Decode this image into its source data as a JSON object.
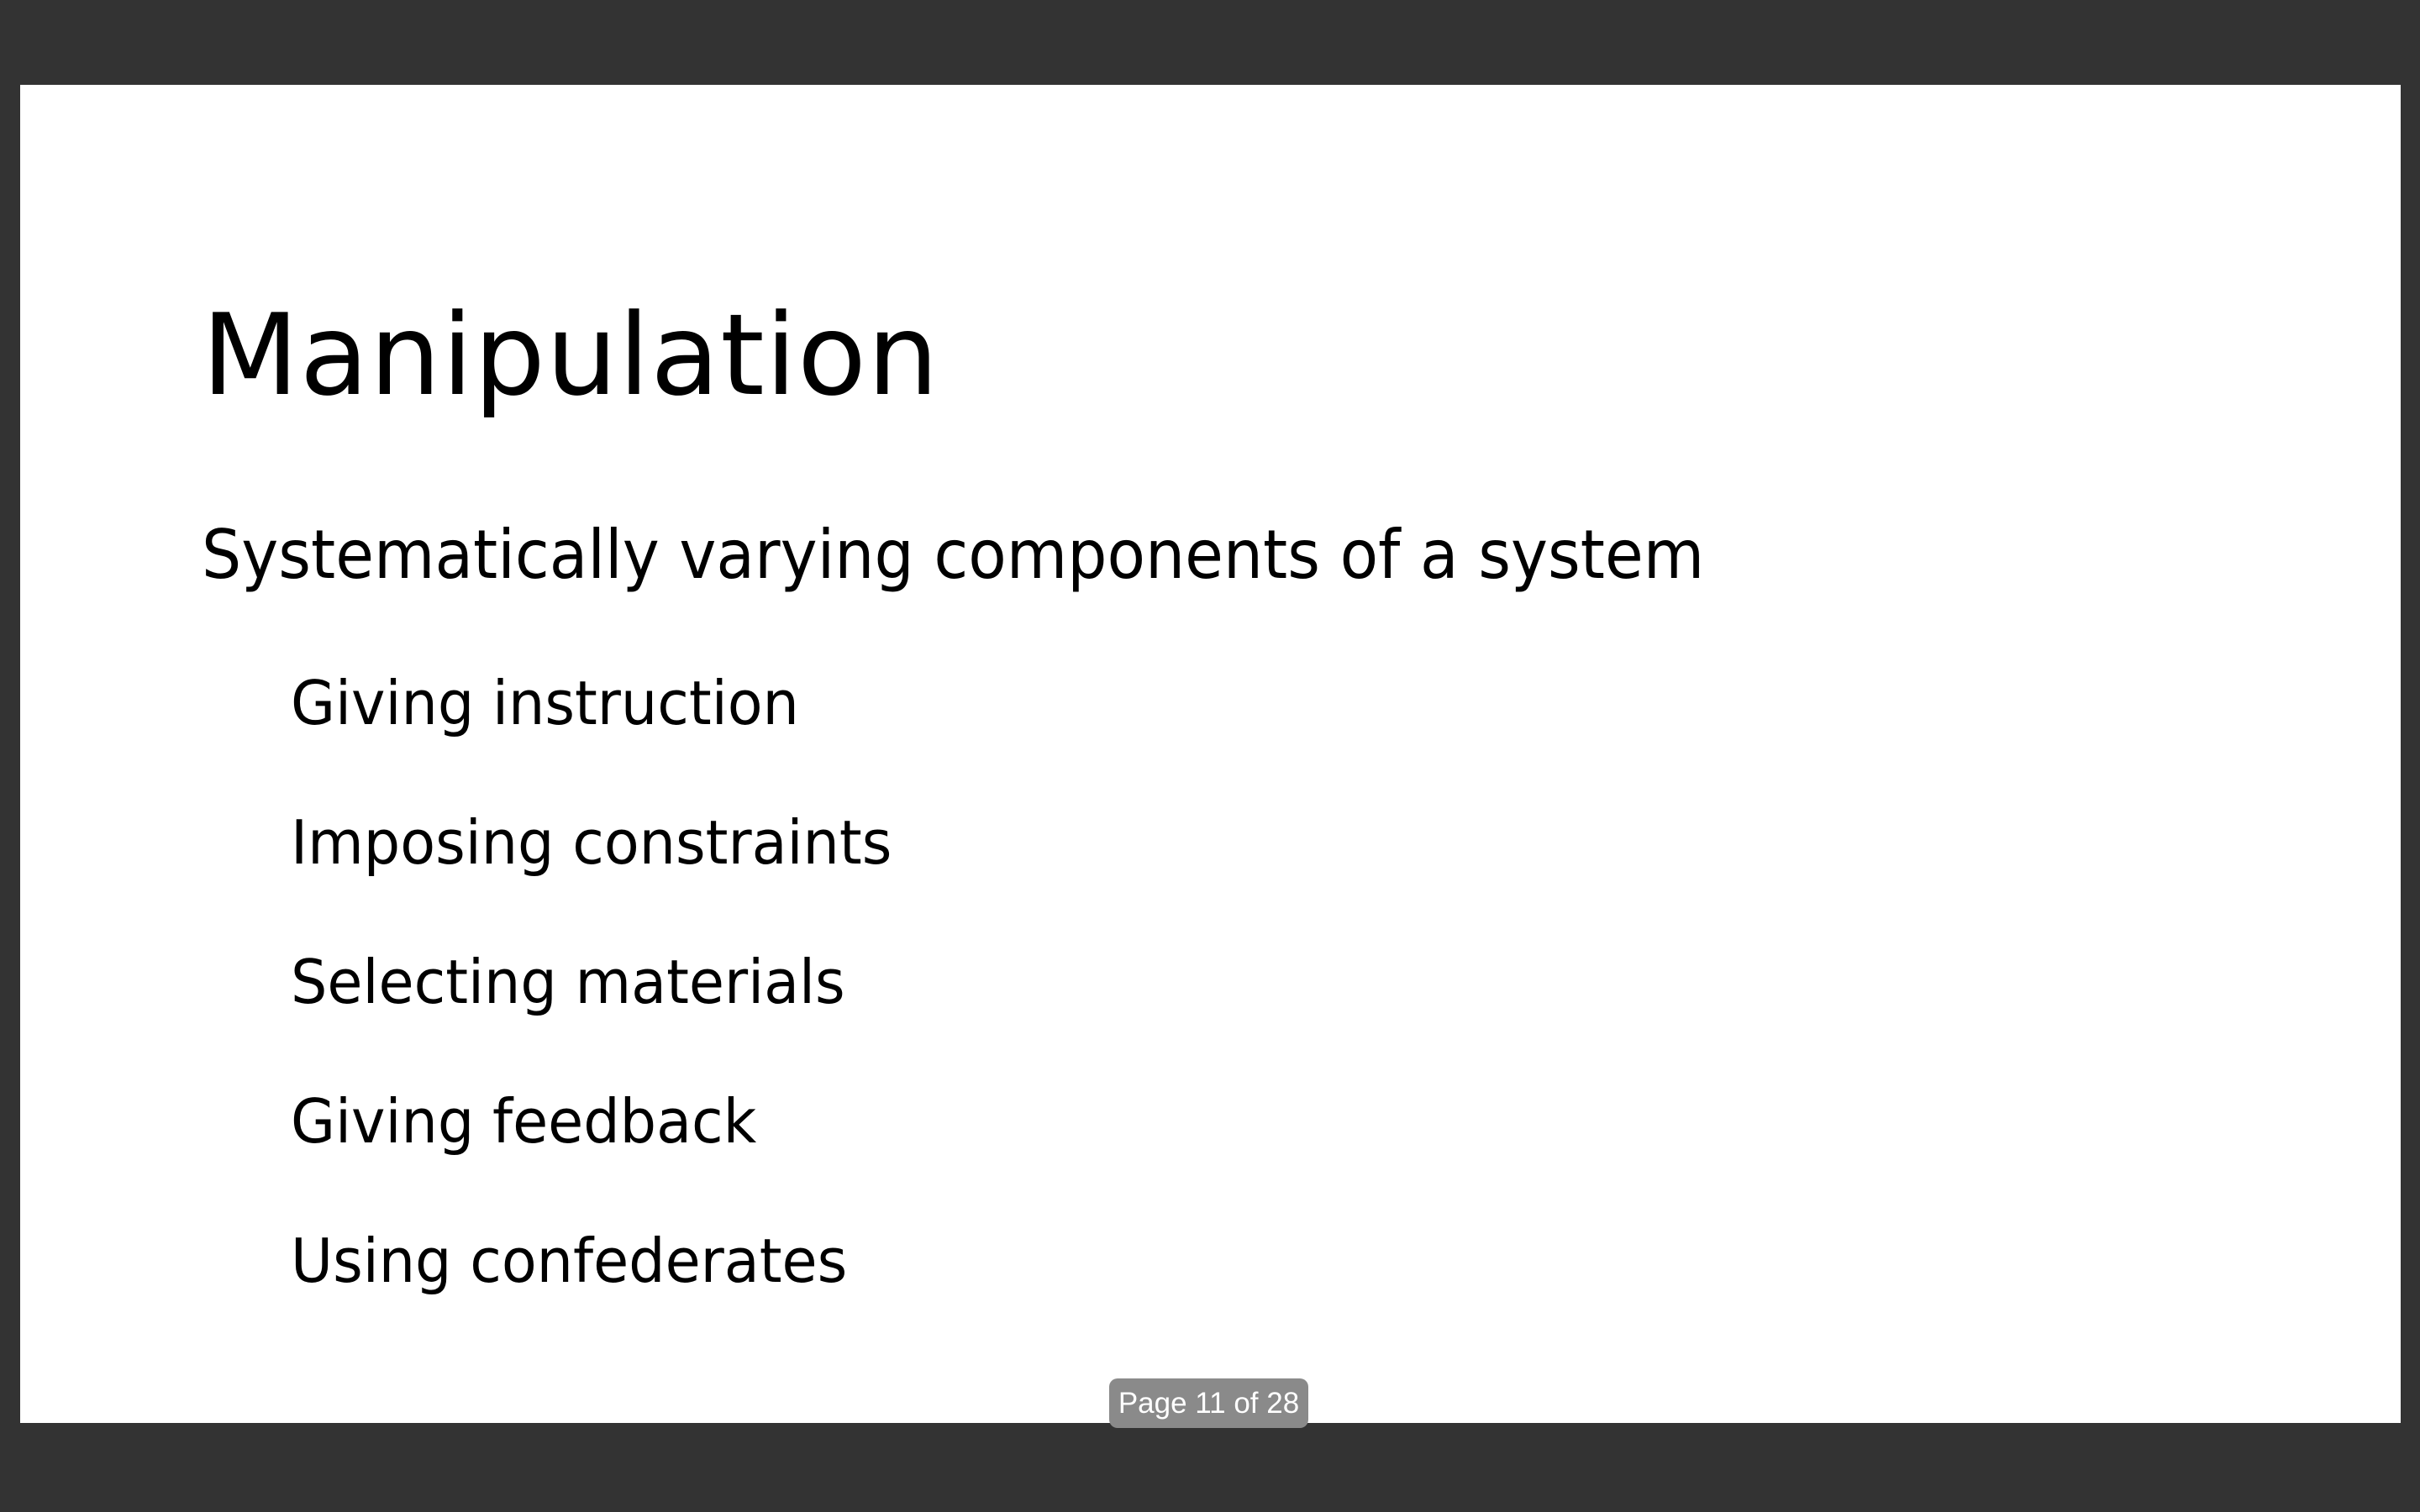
{
  "slide": {
    "title": "Manipulation",
    "body": "Systematically varying components of a system",
    "bullets": [
      "Giving instruction",
      "Imposing constraints",
      "Selecting materials",
      "Giving feedback",
      "Using confederates"
    ]
  },
  "viewer": {
    "page_indicator": "Page 11 of 28",
    "current_page": 11,
    "total_pages": 28
  },
  "colors": {
    "background": "#333333",
    "slide": "#ffffff",
    "text": "#000000",
    "page_indicator_bg": "#8a8a8a"
  }
}
